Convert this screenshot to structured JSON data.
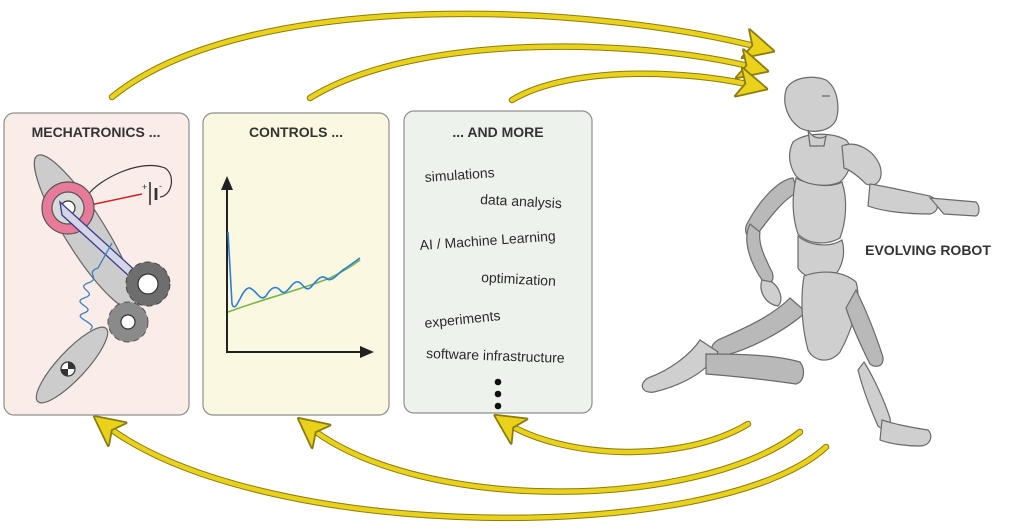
{
  "panels": {
    "mechatronics": {
      "title": "MECHATRONICS ..."
    },
    "controls": {
      "title": "CONTROLS ..."
    },
    "more": {
      "title": "... AND MORE",
      "items": [
        "simulations",
        "data analysis",
        "AI / Machine Learning",
        "optimization",
        "experiments",
        "software infrastructure"
      ]
    }
  },
  "battery": {
    "plus": "+",
    "minus": "-"
  },
  "robot": {
    "label": "EVOLVING ROBOT"
  },
  "colors": {
    "arrow": "#ead21a",
    "mechatronics_bg": "#f9ece9",
    "controls_bg": "#fbf8e2",
    "more_bg": "#eef2ec",
    "robot_gray": "#cfcfcf",
    "motor_pink": "#e87a9a",
    "blue_curve": "#2f7fd0",
    "green_curve": "#79b54a"
  }
}
